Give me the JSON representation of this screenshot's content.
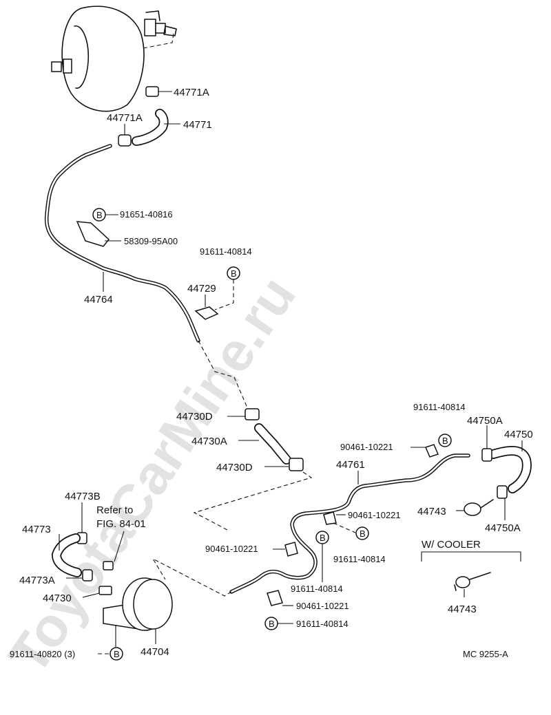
{
  "watermark": "ToyotaCarMine.ru",
  "footer_code": "MC  9255-A",
  "section_title": "W/ COOLER",
  "refer_note": {
    "line1": "Refer to",
    "line2": "FIG. 84-01"
  },
  "bolt_mark": "B",
  "labels": {
    "p44771A_top": "44771A",
    "p44771A_left": "44771A",
    "p44771": "44771",
    "p91651": "91651-40816",
    "p58309": "58309-95A00",
    "p91611_upper": "91611-40814",
    "p44729": "44729",
    "p44764": "44764",
    "p44730D_top": "44730D",
    "p44730A": "44730A",
    "p44730D_bottom": "44730D",
    "p91611_right_top": "91611-40814",
    "p44750A_top": "44750A",
    "p44750": "44750",
    "p90461_a": "90461-10221",
    "p44761": "44761",
    "p44743_mid": "44743",
    "p44750A_bottom": "44750A",
    "p90461_b": "90461-10221",
    "p91611_right_mid": "91611-40814",
    "p90461_c": "90461-10221",
    "p91611_center": "91611-40814",
    "p90461_d": "90461-10221",
    "p91611_bottom": "91611-40814",
    "p44773B": "44773B",
    "p44773": "44773",
    "p44773A": "44773A",
    "p44730": "44730",
    "p91611_40820": "91611-40820 (3)",
    "p44704": "44704",
    "p44743_cooler": "44743"
  }
}
